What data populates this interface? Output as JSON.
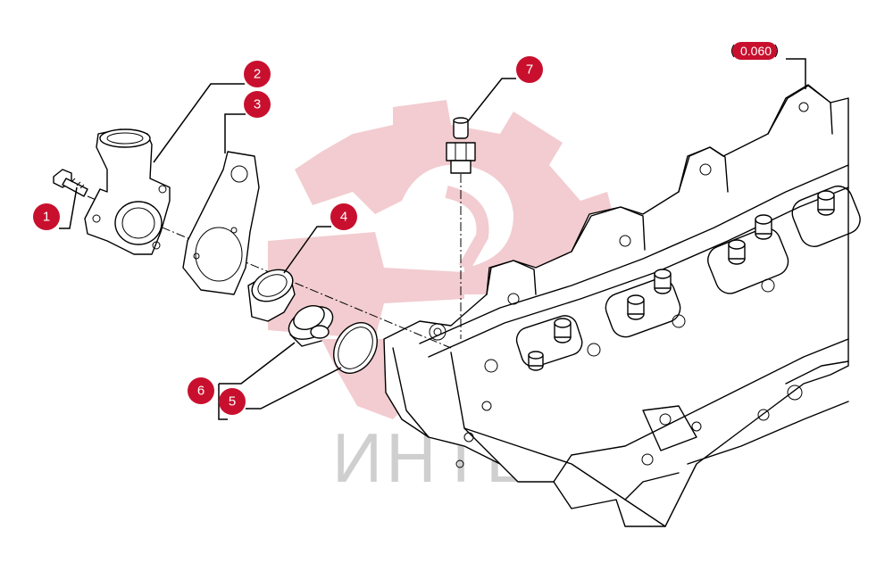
{
  "callouts": [
    {
      "id": "1",
      "label": "1"
    },
    {
      "id": "2",
      "label": "2"
    },
    {
      "id": "3",
      "label": "3"
    },
    {
      "id": "4",
      "label": "4"
    },
    {
      "id": "5",
      "label": "5"
    },
    {
      "id": "6",
      "label": "6"
    },
    {
      "id": "7",
      "label": "7"
    }
  ],
  "reference": {
    "label": "0.060"
  },
  "watermark": {
    "text": "ИНТЕХ",
    "color": "#e8a3aa"
  },
  "colors": {
    "callout": "#c8102e",
    "line": "#000000"
  }
}
